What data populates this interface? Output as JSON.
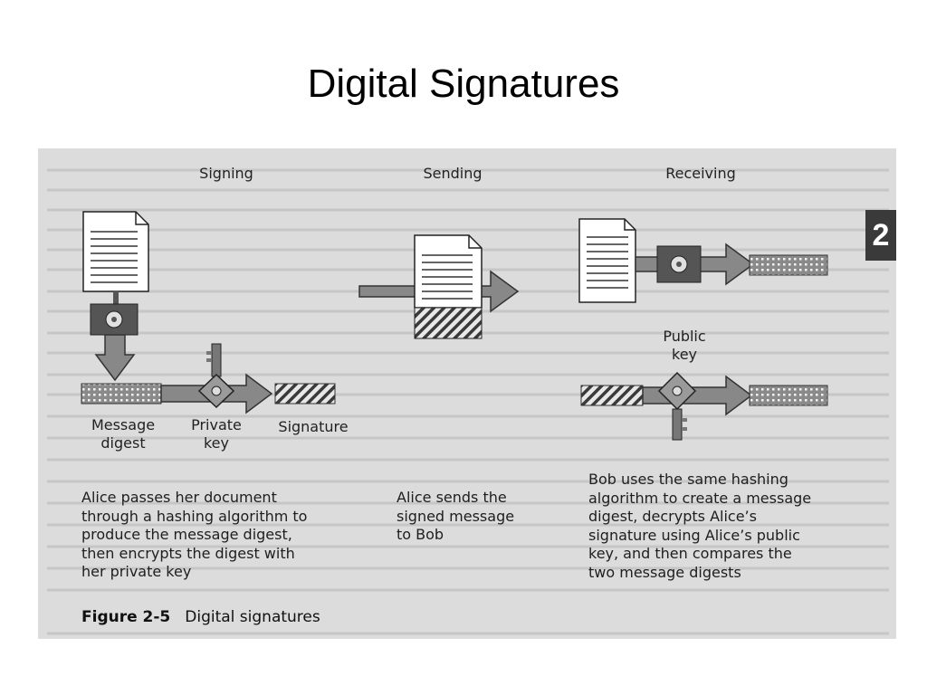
{
  "slide": {
    "title": "Digital Signatures"
  },
  "figure": {
    "headers": {
      "signing": "Signing",
      "sending": "Sending",
      "receiving": "Receiving"
    },
    "labels": {
      "message_digest": "Message\ndigest",
      "private_key": "Private\nkey",
      "signature": "Signature",
      "public_key": "Public\nkey"
    },
    "captions": {
      "signing": "Alice passes her document\nthrough a hashing algorithm to\nproduce the message digest,\nthen encrypts the digest with\nher private key",
      "sending": "Alice sends the\nsigned message\nto Bob",
      "receiving": "Bob uses the same hashing\nalgorithm to create a message\ndigest, decrypts Alice’s\nsignature using Alice’s public\nkey, and then compares the\ntwo message digests"
    },
    "figure_number": "Figure 2-5",
    "figure_title": "Digital signatures",
    "chapter_tab": "2"
  }
}
